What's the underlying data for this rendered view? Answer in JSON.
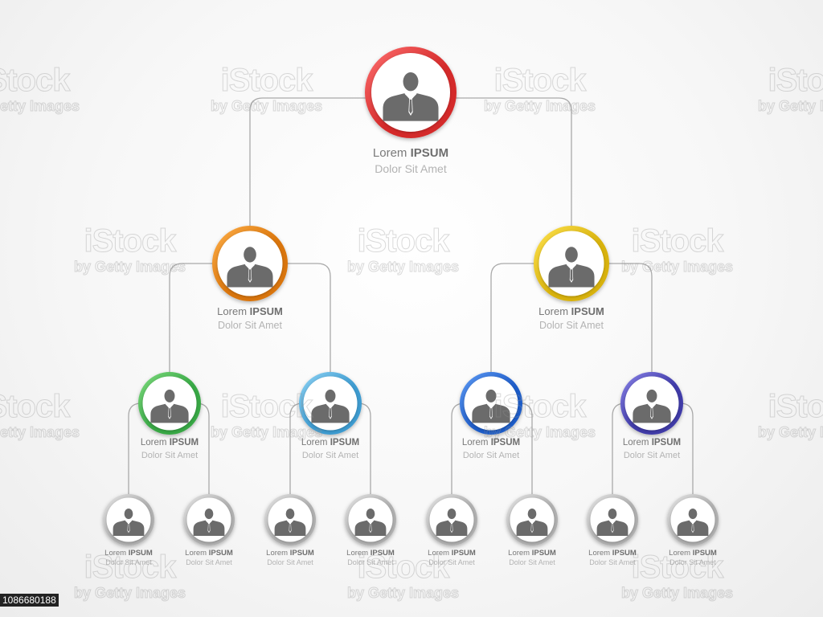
{
  "org_chart": {
    "nodes": [
      {
        "id": "n0",
        "parent": null,
        "level": 0,
        "ring": "#d42a2a",
        "ring_light": "#ff7070",
        "title_regular": "Lorem",
        "title_bold": "IPSUM",
        "subtitle": "Dolor Sit Amet"
      },
      {
        "id": "n1",
        "parent": "n0",
        "level": 1,
        "ring": "#d9740a",
        "ring_light": "#ffb04a",
        "title_regular": "Lorem",
        "title_bold": "IPSUM",
        "subtitle": "Dolor Sit Amet"
      },
      {
        "id": "n2",
        "parent": "n0",
        "level": 1,
        "ring": "#d8b20e",
        "ring_light": "#ffe34f",
        "title_regular": "Lorem",
        "title_bold": "IPSUM",
        "subtitle": "Dolor Sit Amet"
      },
      {
        "id": "n3",
        "parent": "n1",
        "level": 2,
        "ring": "#38a845",
        "ring_light": "#7fdc7f",
        "title_regular": "Lorem",
        "title_bold": "IPSUM",
        "subtitle": "Dolor Sit Amet"
      },
      {
        "id": "n4",
        "parent": "n1",
        "level": 2,
        "ring": "#3e9bd0",
        "ring_light": "#8fd4f5",
        "title_regular": "Lorem",
        "title_bold": "IPSUM",
        "subtitle": "Dolor Sit Amet"
      },
      {
        "id": "n5",
        "parent": "n2",
        "level": 2,
        "ring": "#1f5cc8",
        "ring_light": "#5f9cf5",
        "title_regular": "Lorem",
        "title_bold": "IPSUM",
        "subtitle": "Dolor Sit Amet"
      },
      {
        "id": "n6",
        "parent": "n2",
        "level": 2,
        "ring": "#3f3aa8",
        "ring_light": "#8a84e8",
        "title_regular": "Lorem",
        "title_bold": "IPSUM",
        "subtitle": "Dolor Sit Amet"
      },
      {
        "id": "n7",
        "parent": "n3",
        "level": 3,
        "ring": "#b0b0b0",
        "ring_light": "#e6e6e6",
        "title_regular": "Lorem",
        "title_bold": "IPSUM",
        "subtitle": "Dolor Sit Amet"
      },
      {
        "id": "n8",
        "parent": "n3",
        "level": 3,
        "ring": "#b0b0b0",
        "ring_light": "#e6e6e6",
        "title_regular": "Lorem",
        "title_bold": "IPSUM",
        "subtitle": "Dolor Sit Amet"
      },
      {
        "id": "n9",
        "parent": "n4",
        "level": 3,
        "ring": "#b0b0b0",
        "ring_light": "#e6e6e6",
        "title_regular": "Lorem",
        "title_bold": "IPSUM",
        "subtitle": "Dolor Sit Amet"
      },
      {
        "id": "n10",
        "parent": "n4",
        "level": 3,
        "ring": "#b0b0b0",
        "ring_light": "#e6e6e6",
        "title_regular": "Lorem",
        "title_bold": "IPSUM",
        "subtitle": "Dolor Sit Amet"
      },
      {
        "id": "n11",
        "parent": "n5",
        "level": 3,
        "ring": "#b0b0b0",
        "ring_light": "#e6e6e6",
        "title_regular": "Lorem",
        "title_bold": "IPSUM",
        "subtitle": "Dolor Sit Amet"
      },
      {
        "id": "n12",
        "parent": "n5",
        "level": 3,
        "ring": "#b0b0b0",
        "ring_light": "#e6e6e6",
        "title_regular": "Lorem",
        "title_bold": "IPSUM",
        "subtitle": "Dolor Sit Amet"
      },
      {
        "id": "n13",
        "parent": "n6",
        "level": 3,
        "ring": "#b0b0b0",
        "ring_light": "#e6e6e6",
        "title_regular": "Lorem",
        "title_bold": "IPSUM",
        "subtitle": "Dolor Sit Amet"
      },
      {
        "id": "n14",
        "parent": "n6",
        "level": 3,
        "ring": "#b0b0b0",
        "ring_light": "#e6e6e6",
        "title_regular": "Lorem",
        "title_bold": "IPSUM",
        "subtitle": "Dolor Sit Amet"
      }
    ],
    "avatar_icon": "person-icon",
    "avatar_color": "#6b6b6b",
    "connector_color": "#a9a9a9"
  },
  "watermark": {
    "brand": "iStock",
    "tagline": "by Getty Images"
  },
  "image_id": "1086680188"
}
